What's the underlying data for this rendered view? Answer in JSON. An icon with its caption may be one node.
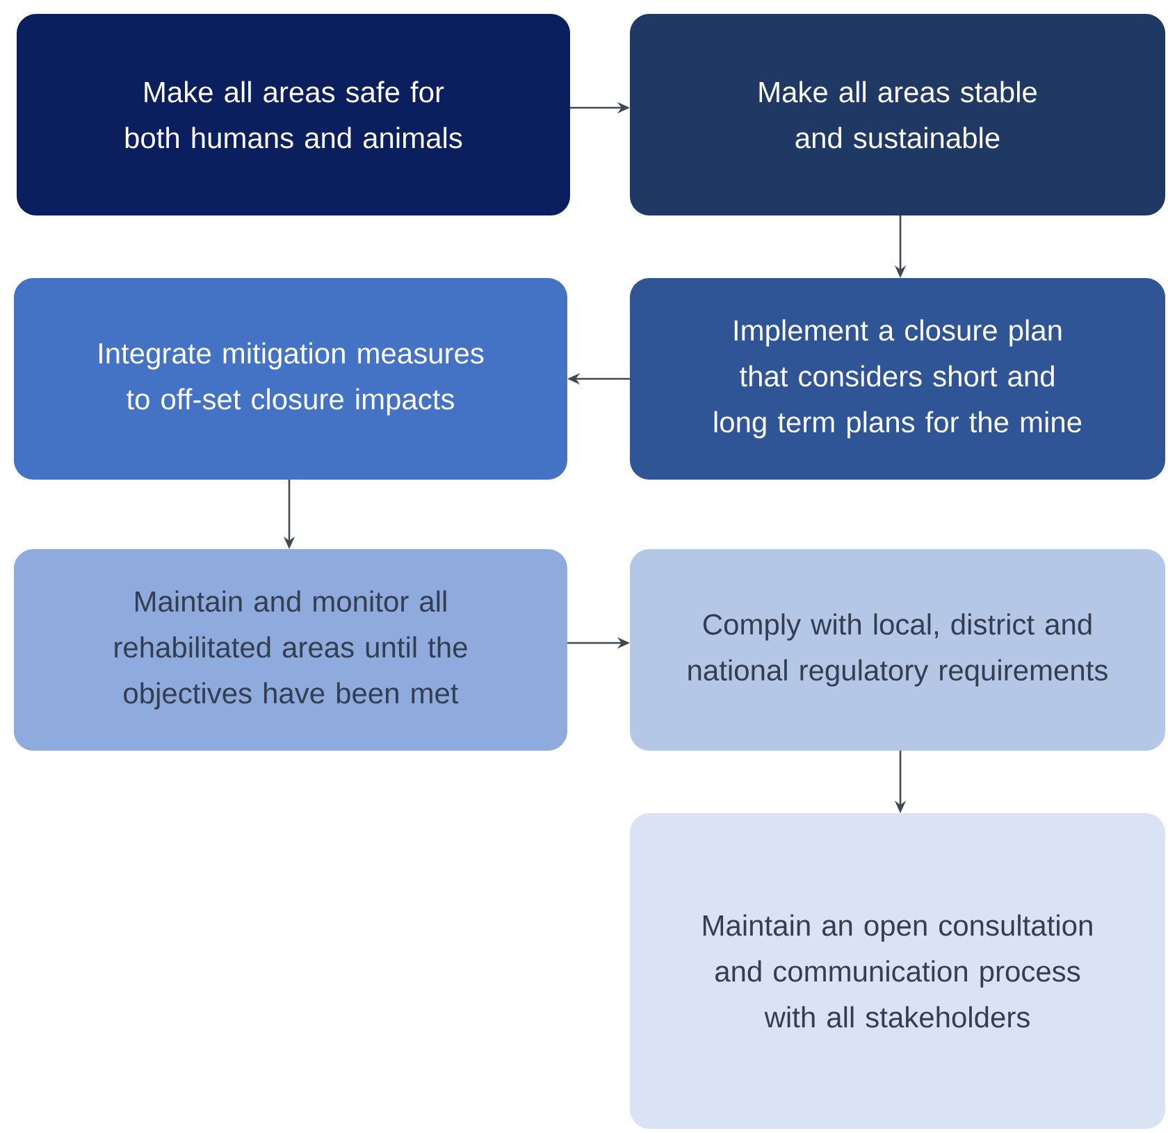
{
  "diagram": {
    "nodes": [
      {
        "text": [
          "Make all areas safe for both humans and animals"
        ]
      },
      {
        "text": [
          "Make all areas  stable and sustainable"
        ]
      },
      {
        "text": [
          "Integrate mitigation measures to off-set closure impacts"
        ]
      },
      {
        "text": [
          "Implement a closure plan that considers short and long term plans for the mine"
        ]
      },
      {
        "text": [
          "Maintain and monitor all rehabilitated areas until the objectives have been met"
        ]
      },
      {
        "text": [
          "Comply with local, district and national regulatory requirements"
        ]
      },
      {
        "text": [
          "Maintain an open consultation and communication process with all stakeholders"
        ]
      }
    ],
    "edges": [
      {
        "from": 0,
        "to": 1,
        "arrow": "to"
      },
      {
        "from": 1,
        "to": 3,
        "arrow": "to"
      },
      {
        "from": 3,
        "to": 2,
        "arrow": "to"
      },
      {
        "from": 2,
        "to": 4,
        "arrow": "to"
      },
      {
        "from": 4,
        "to": 5,
        "arrow": "to"
      },
      {
        "from": 5,
        "to": 6,
        "arrow": "to"
      }
    ]
  }
}
